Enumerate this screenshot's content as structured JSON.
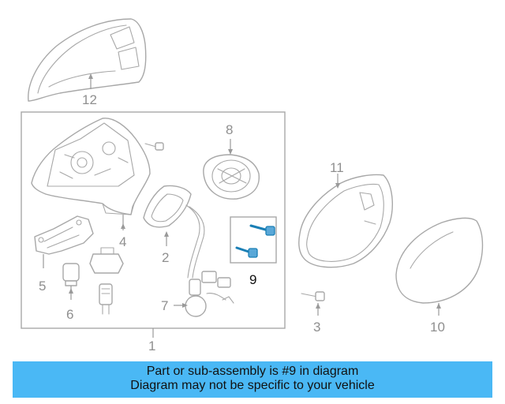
{
  "diagram": {
    "callouts": {
      "c1": "1",
      "c2": "2",
      "c3": "3",
      "c4": "4",
      "c5": "5",
      "c6": "6",
      "c7": "7",
      "c8": "8",
      "c9": "9",
      "c10": "10",
      "c11": "11",
      "c12": "12"
    },
    "highlighted_part": "9",
    "highlight_color": "#1a7fb5"
  },
  "banner": {
    "line1": "Part or sub-assembly is #9 in diagram",
    "line2": "Diagram may not be specific to your vehicle",
    "background": "#4ab8f5"
  }
}
